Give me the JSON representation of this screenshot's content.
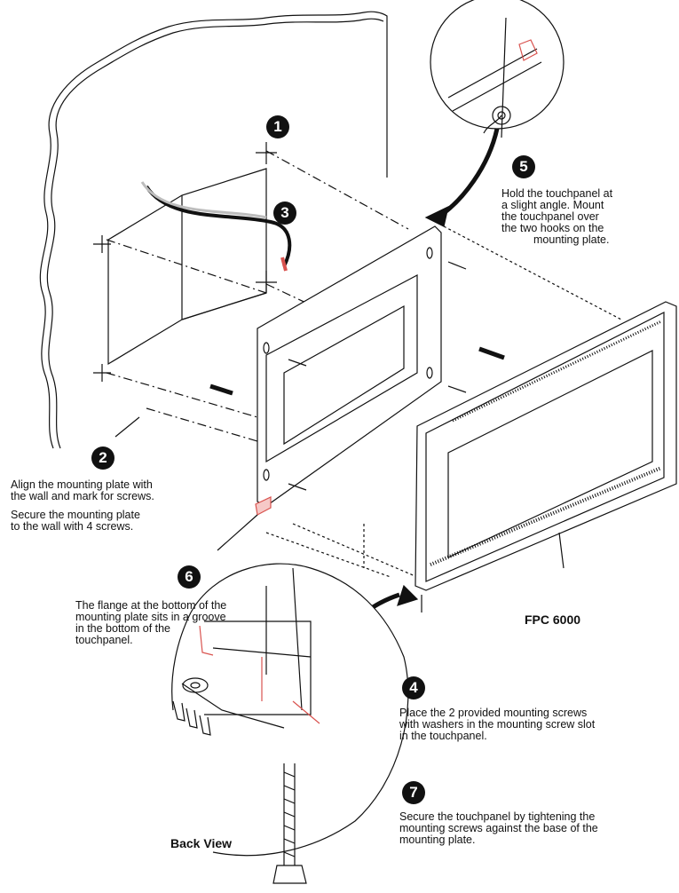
{
  "steps": [
    {
      "number": "1",
      "lines": []
    },
    {
      "number": "2",
      "lines": [
        "Align the mounting plate with",
        "the wall and mark for screws.",
        "",
        "Secure the mounting plate",
        "to the wall with 4 screws."
      ]
    },
    {
      "number": "3",
      "lines": []
    },
    {
      "number": "4",
      "lines": [
        "Place the 2 provided mounting screws",
        "with washers in the mounting screw slot",
        "in the touchpanel."
      ]
    },
    {
      "number": "5",
      "lines": [
        "Hold the touchpanel at",
        "a slight angle. Mount",
        "the touchpanel over",
        "the two hooks on the",
        "mounting plate."
      ]
    },
    {
      "number": "6",
      "lines": [
        "The flange at the bottom of the",
        "mounting plate sits in a groove",
        "in the bottom of the",
        "touchpanel."
      ]
    },
    {
      "number": "7",
      "lines": [
        "Secure the touchpanel by tightening the",
        "mounting screws against the base of the",
        "mounting plate."
      ]
    }
  ],
  "labels": {
    "device_name": "FPC 6000",
    "back_view": "Back View"
  },
  "colors": {
    "line": "#111111",
    "accent": "#d9534f",
    "wire_gray": "#bdbdbd"
  },
  "icons": [
    "step-badge",
    "arrow-icon",
    "screw-icon",
    "washer-icon",
    "hook-icon"
  ]
}
